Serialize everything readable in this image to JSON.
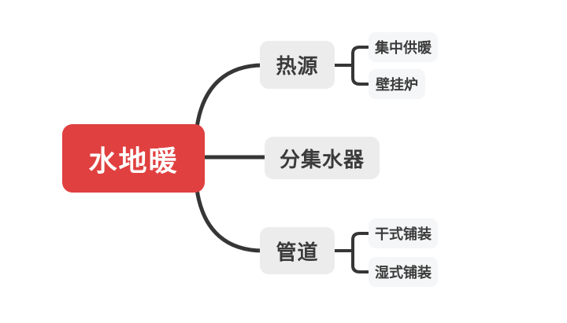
{
  "canvas": {
    "background_color": "#FFFFFF"
  },
  "mindmap": {
    "root": {
      "label": "水地暖",
      "bg_color": "#E04040",
      "text_color": "#FFFFFF"
    },
    "branches": [
      {
        "label": "热源",
        "children": [
          {
            "label": "集中供暖"
          },
          {
            "label": "壁挂炉"
          }
        ]
      },
      {
        "label": "分集水器",
        "children": []
      },
      {
        "label": "管道",
        "children": [
          {
            "label": "干式铺装"
          },
          {
            "label": "湿式铺装"
          }
        ]
      }
    ],
    "branch_style": {
      "bg_color": "#ECECEC",
      "text_color": "#3B3B3B"
    },
    "child_style": {
      "bg_color": "#F5F6F7",
      "text_color": "#3B3B3B"
    },
    "connector_color": "#363636"
  }
}
